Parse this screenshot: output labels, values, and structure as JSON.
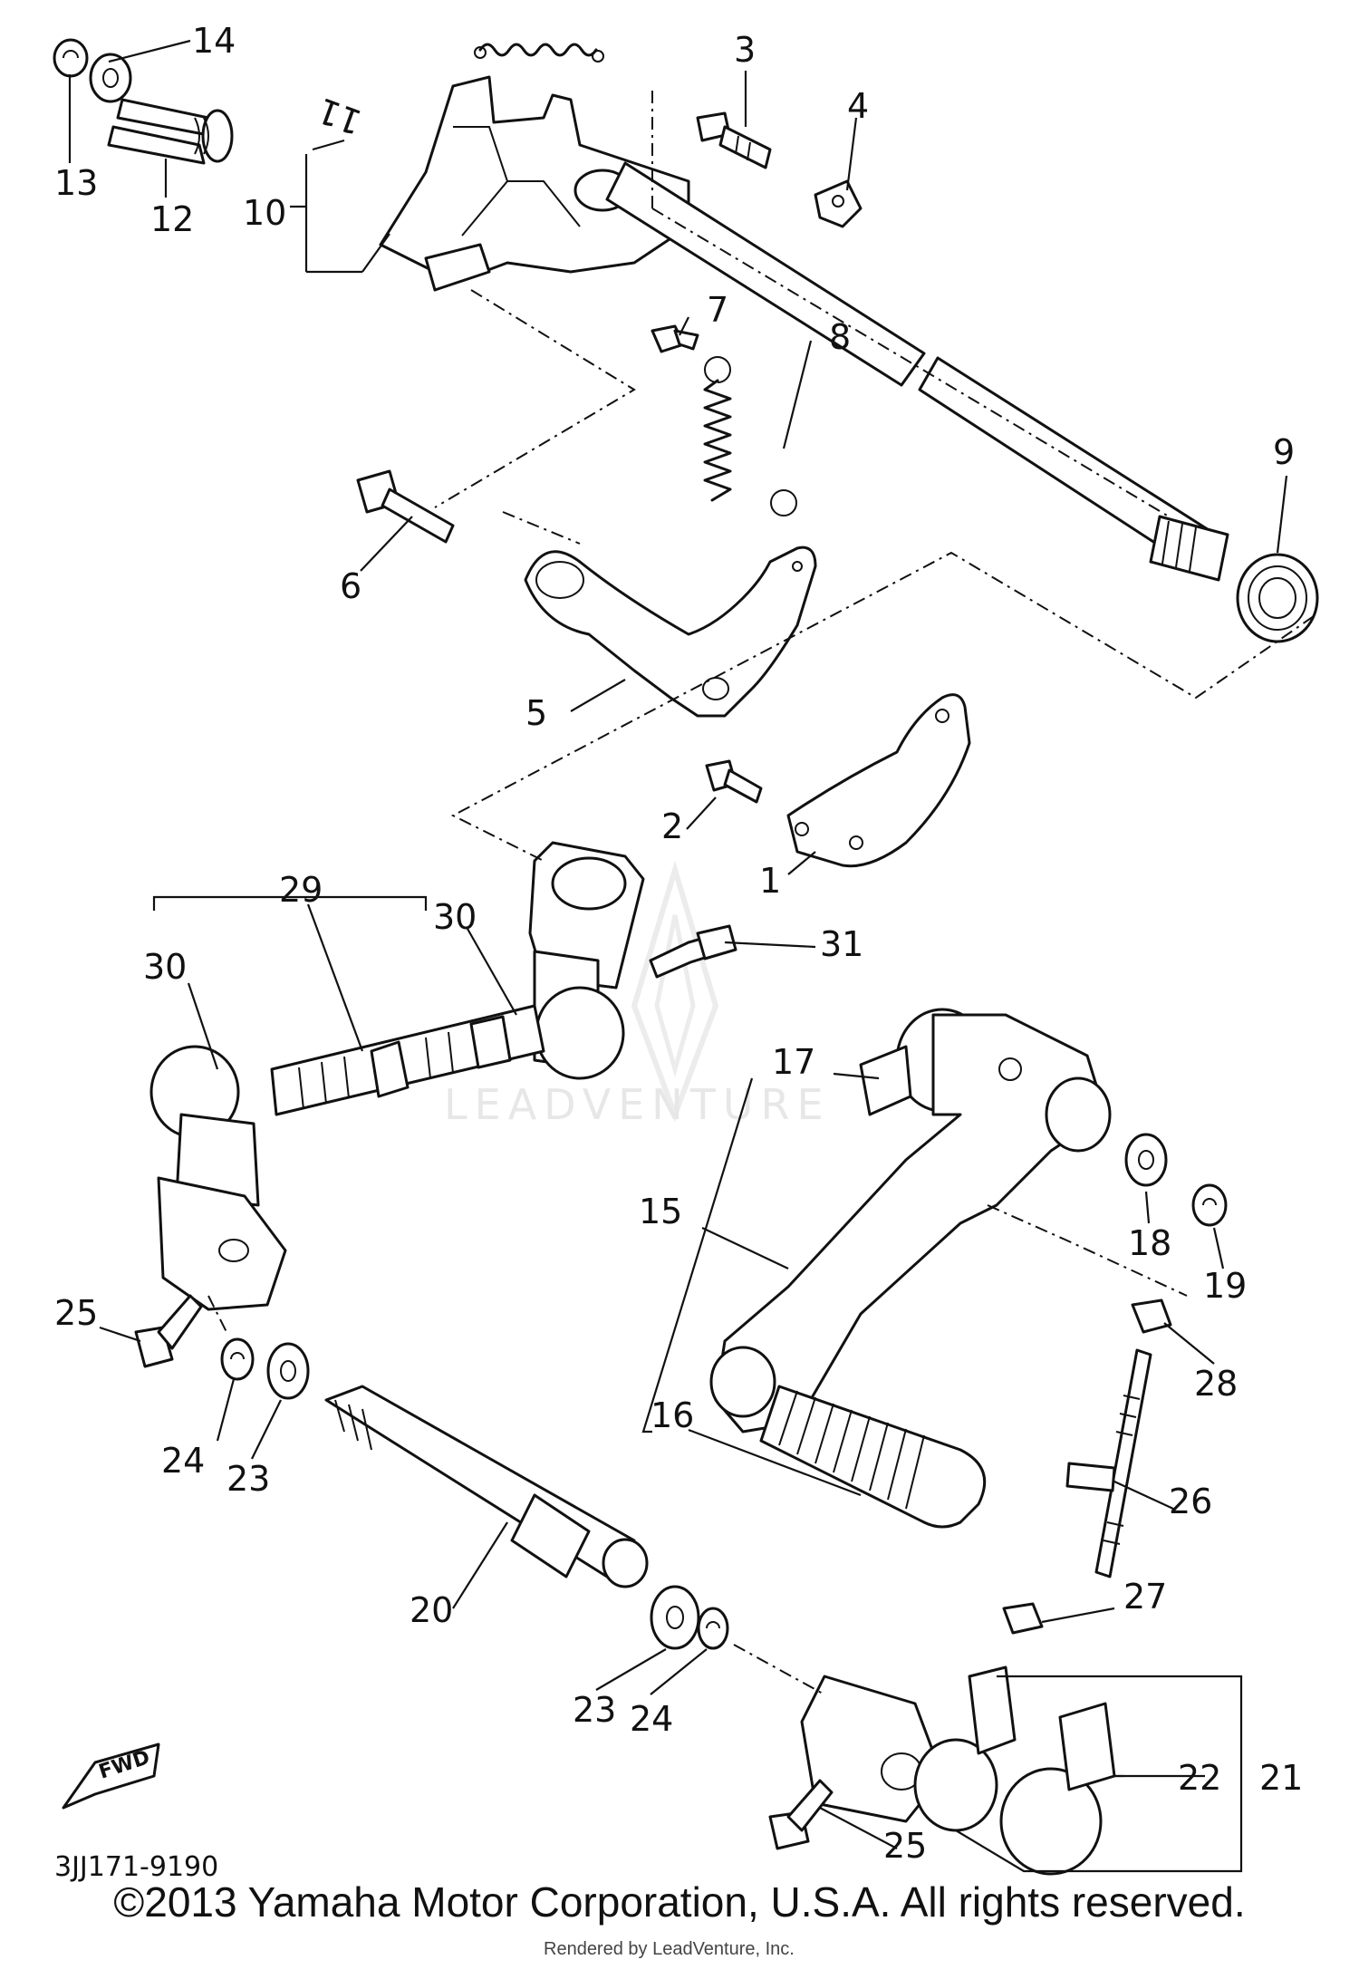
{
  "diagram_code": "3JJ171-9190",
  "fwd_label": "FWD",
  "copyright": "©2013 Yamaha Motor Corporation, U.S.A. All rights reserved.",
  "rendered_by": "Rendered by LeadVenture, Inc.",
  "watermark": "LEADVENTURE",
  "callouts": {
    "c1": "1",
    "c2": "2",
    "c3": "3",
    "c4": "4",
    "c5": "5",
    "c6": "6",
    "c7": "7",
    "c8": "8",
    "c9": "9",
    "c10": "10",
    "c11": "11",
    "c12": "12",
    "c13": "13",
    "c14": "14",
    "c15": "15",
    "c16": "16",
    "c17": "17",
    "c18": "18",
    "c19": "19",
    "c20": "20",
    "c21": "21",
    "c22": "22",
    "c23a": "23",
    "c23b": "23",
    "c24a": "24",
    "c24b": "24",
    "c25a": "25",
    "c25b": "25",
    "c26": "26",
    "c27": "27",
    "c28": "28",
    "c29": "29",
    "c30a": "30",
    "c30b": "30",
    "c31": "31"
  }
}
